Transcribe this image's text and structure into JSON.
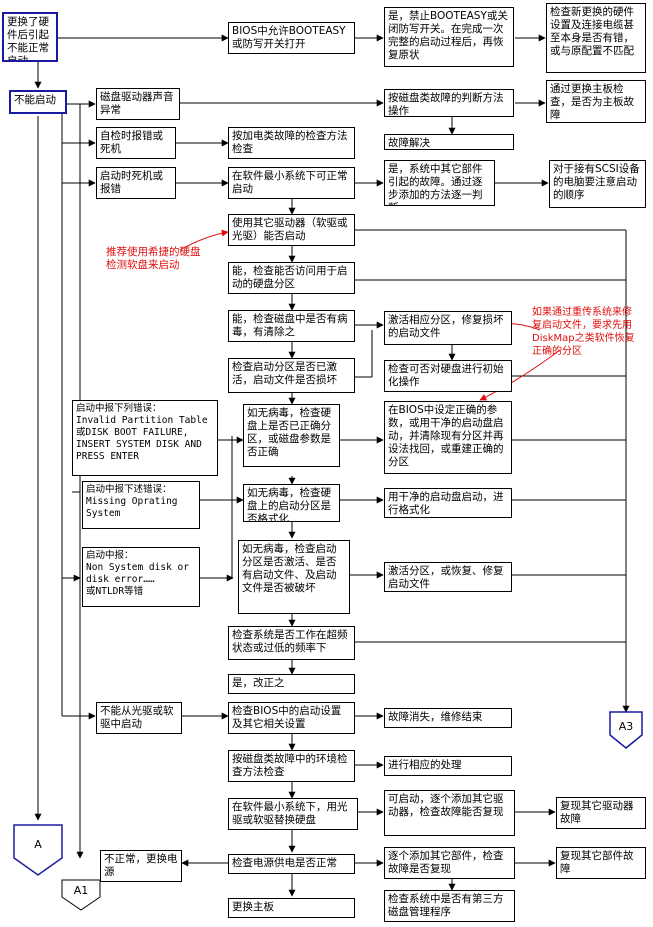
{
  "nodes": {
    "n1": "更换了硬件后引起不能正常启动",
    "n2": "不能启动",
    "n3": "BIOS中允许BOOTEASY或防写开关打开",
    "n4": "是，禁止BOOTEASY或关闭防写开关。在完成一次完整的启动过程后，再恢复原状",
    "n5": "检查新更换的硬件设置及连接电缆甚至本身是否有错，或与原配置不匹配",
    "n6": "磁盘驱动器声音异常",
    "n7": "按磁盘类故障的判断方法操作",
    "n8": "通过更换主板检查，是否为主板故障",
    "n9": "故障解决",
    "n10": "自检时报错或死机",
    "n11": "按加电类故障的检查方法检查",
    "n12": "启动时死机或报错",
    "n13": "在软件最小系统下可正常启动",
    "n14": "是，系统中其它部件引起的故障。通过逐步添加的方法逐一判断",
    "n15": "对于接有SCSI设备的电脑要注意启动的顺序",
    "n16": "使用其它驱动器（软驱或光驱）能否启动",
    "n17": "能，检查能否访问用于启动的硬盘分区",
    "n18": "能，检查磁盘中是否有病毒，有清除之",
    "n19": "激活相应分区，修复损坏的启动文件",
    "n20": "检查启动分区是否已激活，启动文件是否损坏",
    "n21": "检查可否对硬盘进行初始化操作",
    "n22": "启动中报下列错误：\nInvalid Partition Table 或DISK BOOT FAILURE, INSERT SYSTEM DISK AND PRESS ENTER",
    "n23": "如无病毒，检查硬盘上是否已正确分区，或磁盘参数是否正确",
    "n24": "在BIOS中设定正确的参数，或用干净的启动盘启动，并清除现有分区并再设法找回，或重建正确的分区",
    "n25": "启动中报下述错误：\nMissing Oprating System",
    "n26": "如无病毒，检查硬盘上的启动分区是否格式化",
    "n27": "用干净的启动盘启动，进行格式化",
    "n28": "启动中报：\nNon System disk or disk error……\n或NTLDR等错",
    "n29": "如无病毒，检查启动分区是否激活、是否有启动文件、及启动文件是否被破坏",
    "n30": "激活分区，或恢复、修复启动文件",
    "n31": "检查系统是否工作在超频状态或过低的频率下",
    "n32": "是，改正之",
    "n33": "不能从光驱或软驱中启动",
    "n34": "检查BIOS中的启动设置及其它相关设置",
    "n35": "故障消失，维修结束",
    "n36": "按磁盘类故障中的环境检查方法检查",
    "n37": "进行相应的处理",
    "n38": "在软件最小系统下，用光驱或软驱替换硬盘",
    "n39": "可启动，逐个添加其它驱动器，检查故障能否复现",
    "n40": "复现其它驱动器故障",
    "n41": "不正常，更换电源",
    "n42": "检查电源供电是否正常",
    "n43": "逐个添加其它部件，检查故障是否复现",
    "n44": "复现其它部件故障",
    "n45": "更换主板",
    "n46": "检查系统中是否有第三方磁盘管理程序"
  },
  "notes": {
    "note1": "推荐使用希捷的硬盘\n检测软盘来启动",
    "note2": "如果通过重传系统来修\n复启动文件，要求先用\nDiskMap之类软件恢复\n正确的分区"
  },
  "connectors": {
    "A": "A",
    "A1": "A1",
    "A3": "A3"
  },
  "colors": {
    "line": "#000000",
    "accent": "#1a1aa0",
    "note": "#e01010"
  }
}
